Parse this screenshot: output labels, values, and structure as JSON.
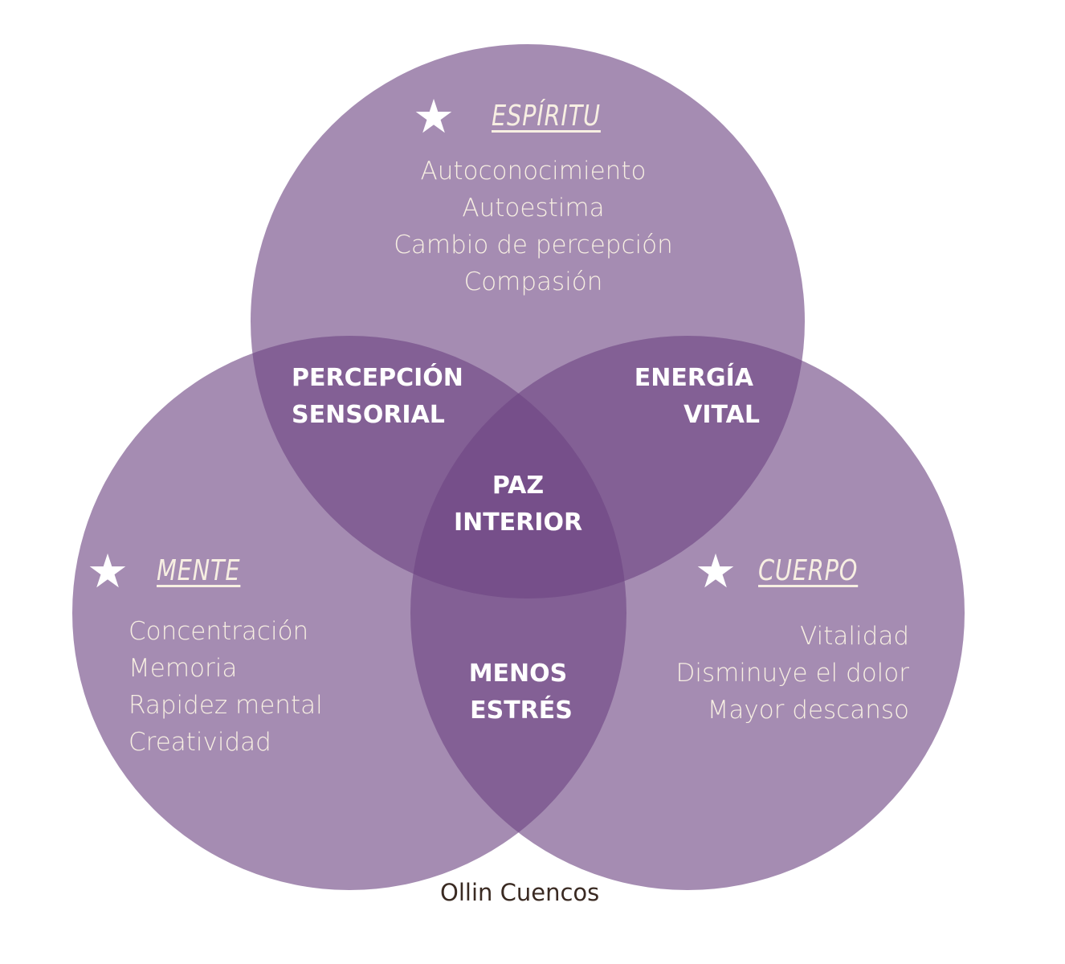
{
  "colors": {
    "circle_fill": "#6e4682",
    "text_cream": "#f7efe2",
    "text_white": "#ffffff",
    "footer": "#3a2a22"
  },
  "espiritu": {
    "title": "ESPÍRITU",
    "icon": "star-icon",
    "items": [
      "Autoconocimiento",
      "Autoestima",
      "Cambio de percepción",
      "Compasión"
    ]
  },
  "mente": {
    "title": "MENTE",
    "icon": "star-icon",
    "items": [
      "Concentración",
      "Memoria",
      "Rapidez mental",
      "Creatividad"
    ]
  },
  "cuerpo": {
    "title": "CUERPO",
    "icon": "star-icon",
    "items": [
      "Vitalidad",
      "Disminuye el dolor",
      "Mayor descanso"
    ]
  },
  "overlaps": {
    "percepcion": [
      "PERCEPCIÓN",
      "SENSORIAL"
    ],
    "energia": [
      "ENERGÍA",
      "VITAL"
    ],
    "estres": [
      "MENOS",
      "ESTRÉS"
    ],
    "paz": [
      "PAZ",
      "INTERIOR"
    ]
  },
  "footer": "Ollin Cuencos"
}
